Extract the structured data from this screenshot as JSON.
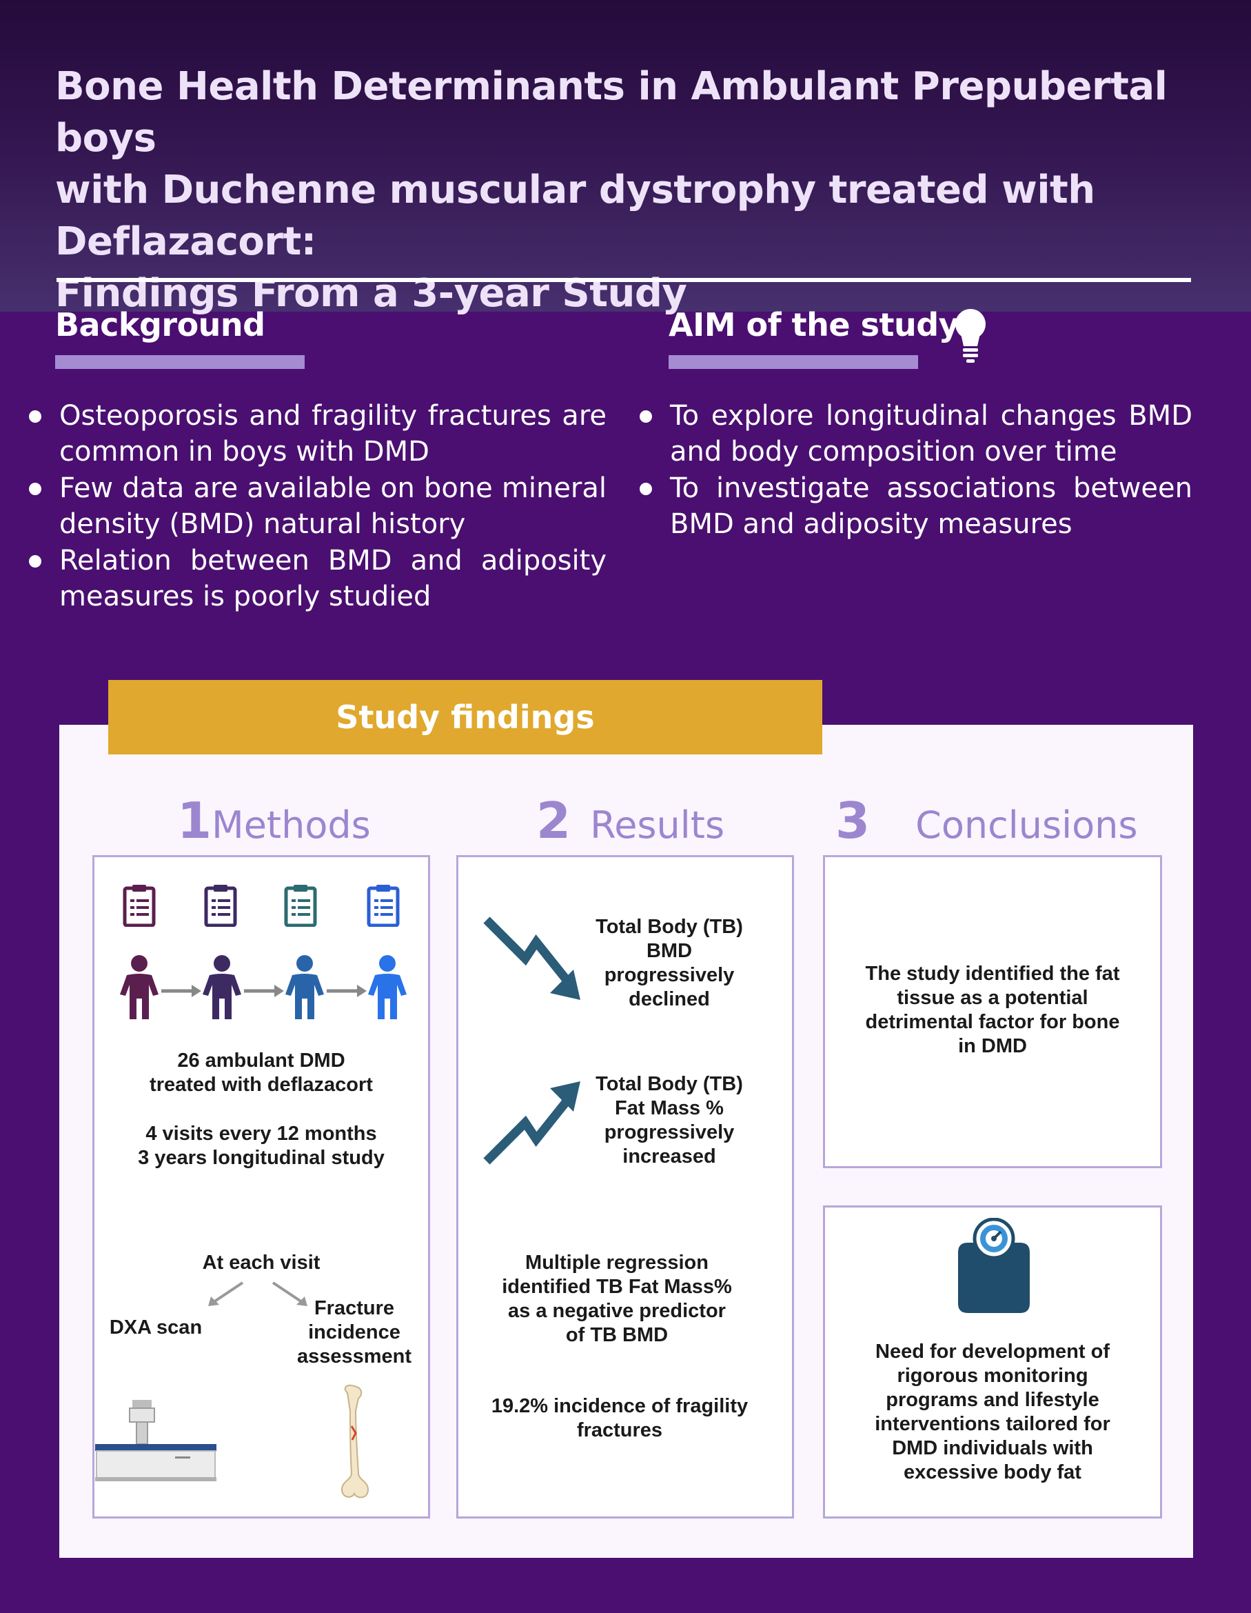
{
  "title": {
    "lines": [
      "Bone Health Determinants in Ambulant Prepubertal boys",
      "with Duchenne muscular dystrophy treated with Deflazacort:",
      "Findings From a 3-year Study"
    ]
  },
  "background": {
    "heading": "Background",
    "bullets": [
      "Osteoporosis and fragility fractures are common  in boys with DMD",
      "Few data are available on bone mineral density (BMD)  natural history",
      "Relation between BMD and adiposity measures is poorly studied"
    ]
  },
  "aim": {
    "heading": "AIM of the study",
    "bullets": [
      "To explore longitudinal changes BMD and body composition over time",
      "To investigate  associations between BMD and  adiposity measures"
    ]
  },
  "findings": {
    "banner": "Study findings",
    "methods": {
      "number": "1",
      "label": "Methods",
      "subjects_lines": [
        "26 ambulant DMD",
        "treated with deflazacort"
      ],
      "visits_lines": [
        "4 visits every 12 months",
        "3 years longitudinal study"
      ],
      "at_each_visit": "At each visit",
      "dxa": "DXA scan",
      "fracture_lines": [
        "Fracture",
        "incidence",
        "assessment"
      ]
    },
    "results": {
      "number": "2",
      "label": "Results",
      "bmd_lines": [
        "Total Body (TB)",
        "BMD",
        "progressively",
        "declined"
      ],
      "fat_lines": [
        "Total Body (TB)",
        "Fat Mass %",
        "progressively",
        "increased"
      ],
      "regression_lines": [
        "Multiple regression",
        "identified TB Fat Mass%",
        "as a negative predictor",
        "of TB BMD"
      ],
      "fracture_lines": [
        "19.2% incidence of fragility",
        "fractures"
      ]
    },
    "conclusions": {
      "number": "3",
      "label": "Conclusions",
      "finding_lines": [
        "The study identified the fat",
        "tissue as a potential",
        "detrimental factor for bone",
        "in DMD"
      ],
      "need_lines": [
        "Need  for development of",
        "rigorous monitoring",
        "programs and lifestyle",
        "interventions tailored for",
        "DMD individuals with",
        "excessive body fat"
      ]
    }
  },
  "colors": {
    "background": "#4a0f70",
    "banner": "#e0a82e",
    "accent": "#9b86cf",
    "trend_arrow": "#2b5c78"
  },
  "icons": [
    "lightbulb-icon",
    "clipboard-icon",
    "person-icon",
    "arrow-right-icon",
    "trend-down-arrow-icon",
    "trend-up-arrow-icon",
    "dxa-scanner-icon",
    "femur-bone-icon",
    "weighing-scale-icon"
  ]
}
